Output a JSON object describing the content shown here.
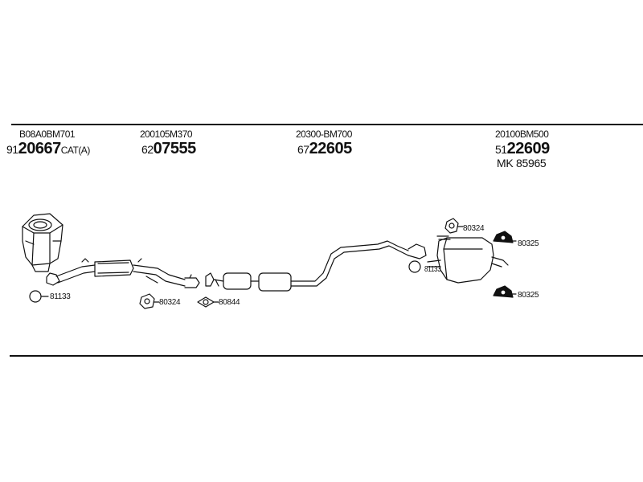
{
  "parts": {
    "p1": {
      "code": "B08A0BM701",
      "prefix": "91",
      "number": "20667",
      "suffix": "CAT(A)"
    },
    "p2": {
      "code": "200105M370",
      "prefix": "62",
      "number": "07555"
    },
    "p3": {
      "code": "20300-BM700",
      "prefix": "67",
      "number": "22605"
    },
    "p4": {
      "code": "20100BM500",
      "prefix": "51",
      "number": "22609",
      "extra": "MK  85965"
    }
  },
  "callouts": {
    "c81133": "81133",
    "c80324a": "80324",
    "c80844": "80844",
    "c80324b": "80324",
    "c80325a": "80325",
    "c80325b": "80325",
    "c81133b": "81133"
  }
}
